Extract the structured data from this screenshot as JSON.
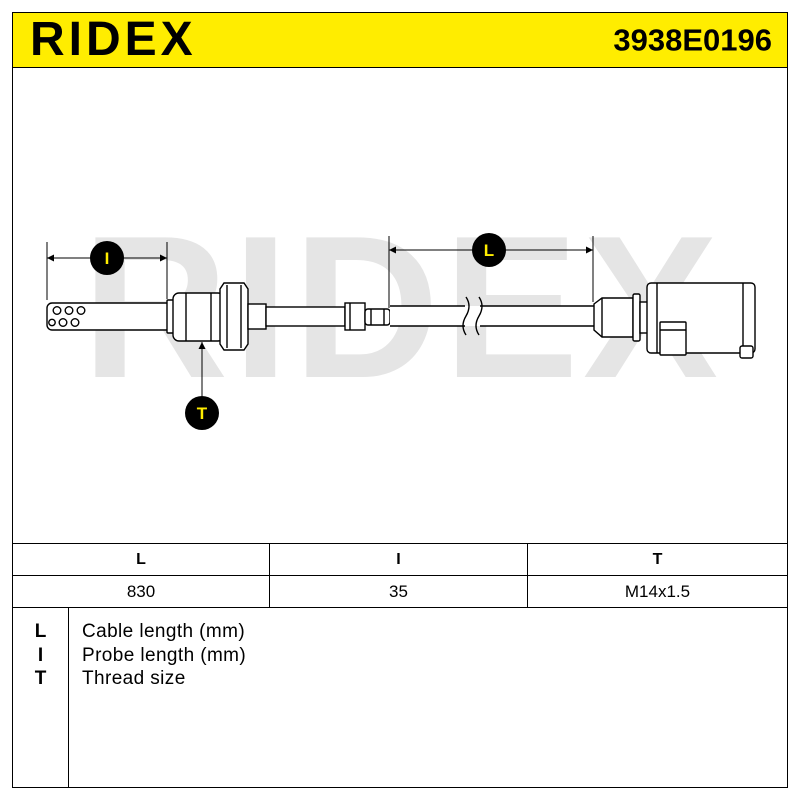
{
  "header": {
    "brand_logo": "RIDEX",
    "part_number": "3938E0196"
  },
  "drawing": {
    "watermark": "RIDEX",
    "dimension_markers": {
      "probe_length": "I",
      "cable_length": "L",
      "thread": "T"
    }
  },
  "spec_table": {
    "headers": [
      "L",
      "I",
      "T"
    ],
    "values": [
      "830",
      "35",
      "M14x1.5"
    ]
  },
  "legend": [
    {
      "key": "L",
      "label": "Cable length (mm)"
    },
    {
      "key": "I",
      "label": "Probe length (mm)"
    },
    {
      "key": "T",
      "label": "Thread size"
    }
  ],
  "colors": {
    "header_background": "#ffed00",
    "watermark": "#e5e5e5",
    "marker_fill": "#000000",
    "marker_text": "#ffed00",
    "line": "#000000"
  }
}
